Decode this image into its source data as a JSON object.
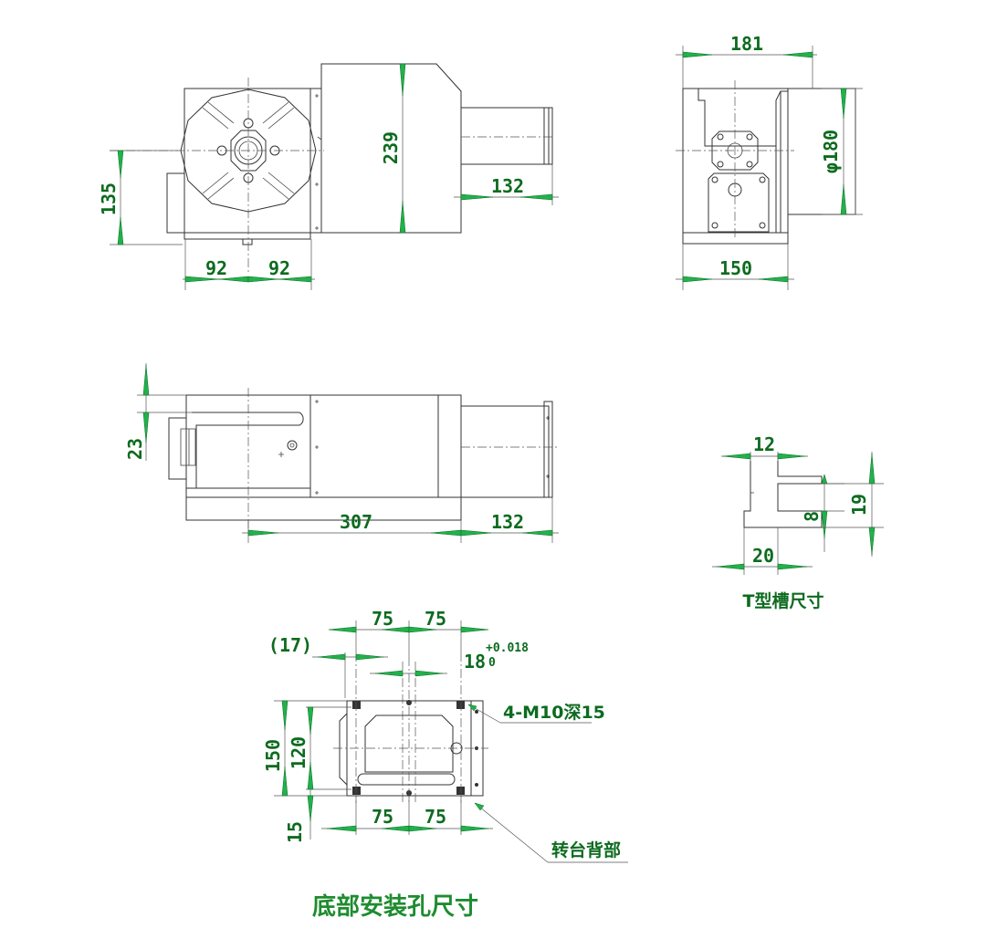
{
  "dimensions": {
    "front_height": "135",
    "front_left_width": "92",
    "front_right_width": "92",
    "body_height": "239",
    "motor_length_top": "132",
    "side_width_top": "181",
    "side_diameter": "φ180",
    "side_width_bottom": "150",
    "plan_offset": "23",
    "plan_length": "307",
    "plan_motor_length": "132",
    "tslot_width": "12",
    "tslot_depth_inner": "8",
    "tslot_depth_total": "19",
    "tslot_base_width": "20",
    "base_top_left": "75",
    "base_top_right": "75",
    "base_offset": "(17)",
    "base_key_width": "18",
    "base_tol_upper": "+0.018",
    "base_tol_lower": "0",
    "base_height_outer": "150",
    "base_height_inner": "120",
    "base_bottom_offset": "15",
    "base_bottom_left": "75",
    "base_bottom_right": "75"
  },
  "labels": {
    "tslot_title": "T型槽尺寸",
    "holes_note": "4-M10深15",
    "back_note": "转台背部",
    "base_title": "底部安装孔尺寸"
  },
  "colors": {
    "dimension_text": "#0d6b1f",
    "arrow_fill": "#22b14c",
    "line": "#333333"
  }
}
